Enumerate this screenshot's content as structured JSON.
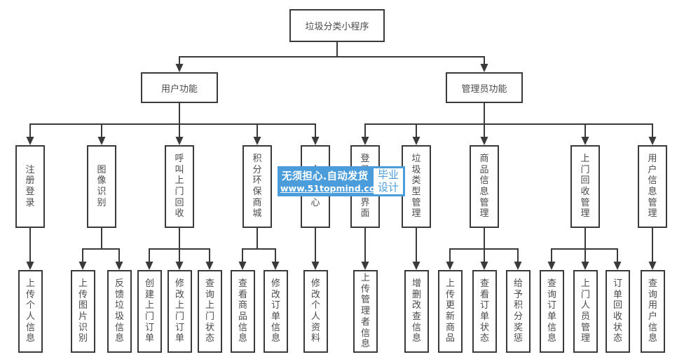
{
  "diagram": {
    "root": {
      "label": "垃圾分类小程序"
    },
    "branches": [
      {
        "label": "用户功能",
        "children": [
          {
            "label": "注册登录",
            "children": [
              {
                "label": "上传个人信息"
              }
            ]
          },
          {
            "label": "图像识别",
            "children": [
              {
                "label": "上传图片识别"
              },
              {
                "label": "反馈垃圾信息"
              }
            ]
          },
          {
            "label": "呼叫上门回收",
            "children": [
              {
                "label": "创建上门订单"
              },
              {
                "label": "修改上门订单"
              },
              {
                "label": "查询上门状态"
              }
            ]
          },
          {
            "label": "积分环保商城",
            "children": [
              {
                "label": "查看商品信息"
              },
              {
                "label": "修改订单信息"
              }
            ]
          },
          {
            "label": "个人中心",
            "children": [
              {
                "label": "修改个人资料"
              }
            ]
          }
        ]
      },
      {
        "label": "管理员功能",
        "children": [
          {
            "label": "登录管理界面",
            "children": [
              {
                "label": "上传管理者信息"
              }
            ]
          },
          {
            "label": "垃圾类型管理",
            "children": [
              {
                "label": "增删改查信息"
              }
            ]
          },
          {
            "label": "商品信息管理",
            "children": [
              {
                "label": "上传更新商品"
              },
              {
                "label": "查看订单状态"
              },
              {
                "label": "给予积分奖惩"
              }
            ]
          },
          {
            "label": "上门回收管理",
            "children": [
              {
                "label": "查询订单信息"
              },
              {
                "label": "上门人员管理"
              },
              {
                "label": "订单回收状态"
              }
            ]
          },
          {
            "label": "用户信息管理",
            "children": [
              {
                "label": "查询用户信息"
              }
            ]
          }
        ]
      }
    ]
  },
  "watermark": {
    "slogan": "无须担心.自动发货",
    "url": "www.51topmind.com",
    "badge_line1": "毕业",
    "badge_line2": "设计",
    "color": "#4a9cdb"
  }
}
